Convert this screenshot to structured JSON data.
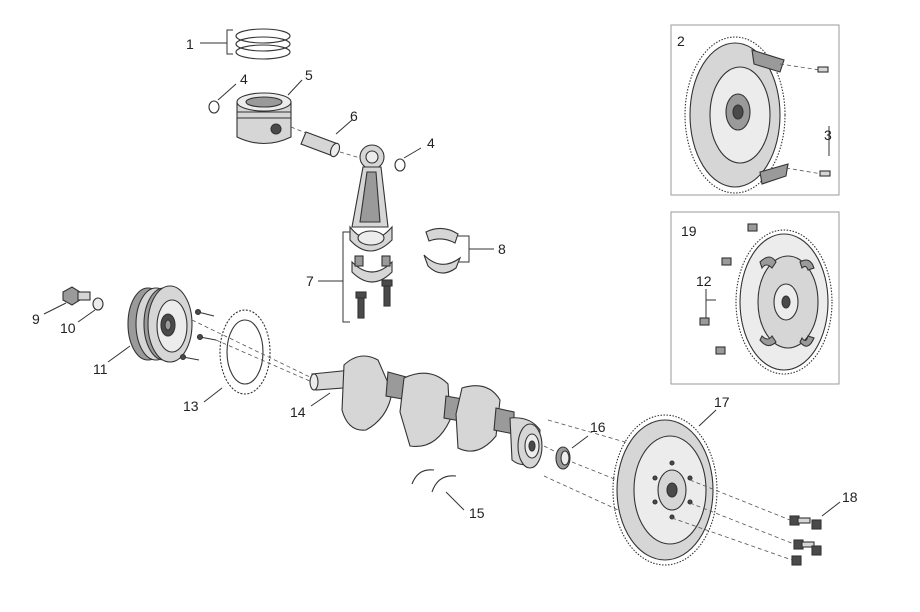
{
  "callouts": {
    "c1": "1",
    "c2": "2",
    "c3": "3",
    "c4a": "4",
    "c4b": "4",
    "c5": "5",
    "c6": "6",
    "c7": "7",
    "c8": "8",
    "c9": "9",
    "c10": "10",
    "c11": "11",
    "c12": "12",
    "c13": "13",
    "c14": "14",
    "c15": "15",
    "c16": "16",
    "c17": "17",
    "c18": "18",
    "c19": "19"
  }
}
